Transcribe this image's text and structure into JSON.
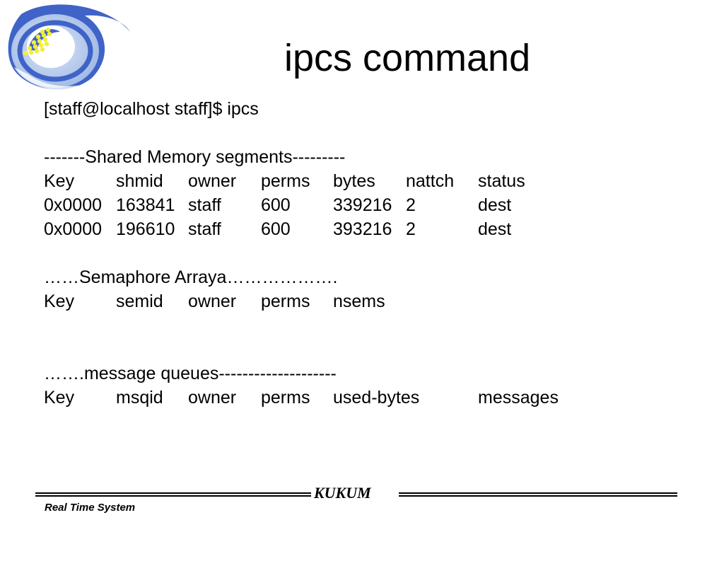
{
  "slide": {
    "title": "ipcs command"
  },
  "prompt": "[staff@localhost staff]$ ipcs",
  "shared_memory": {
    "heading": "-------Shared Memory segments---------",
    "columns": [
      "Key",
      "shmid",
      "owner",
      "perms",
      "bytes",
      "nattch",
      "status"
    ],
    "rows": [
      [
        "0x0000",
        "163841",
        "staff",
        "600",
        "339216",
        "2",
        "dest"
      ],
      [
        "0x0000",
        "196610",
        "staff",
        "600",
        "393216",
        "2",
        "dest"
      ]
    ]
  },
  "semaphore": {
    "heading": "……Semaphore Arraya……………….",
    "columns": [
      "Key",
      "semid",
      "owner",
      "perms",
      "nsems"
    ]
  },
  "message_queues": {
    "heading": "…….message queues--------------------",
    "columns": [
      "Key",
      "msqid",
      "owner",
      "perms",
      "used-bytes",
      "messages"
    ]
  },
  "footer": {
    "brand": "KUKUM",
    "subject": "Real Time System"
  },
  "colors": {
    "logo_blue": "#3f63c8",
    "logo_light": "#a9c4ea",
    "logo_yellow": "#f2ee3a"
  }
}
